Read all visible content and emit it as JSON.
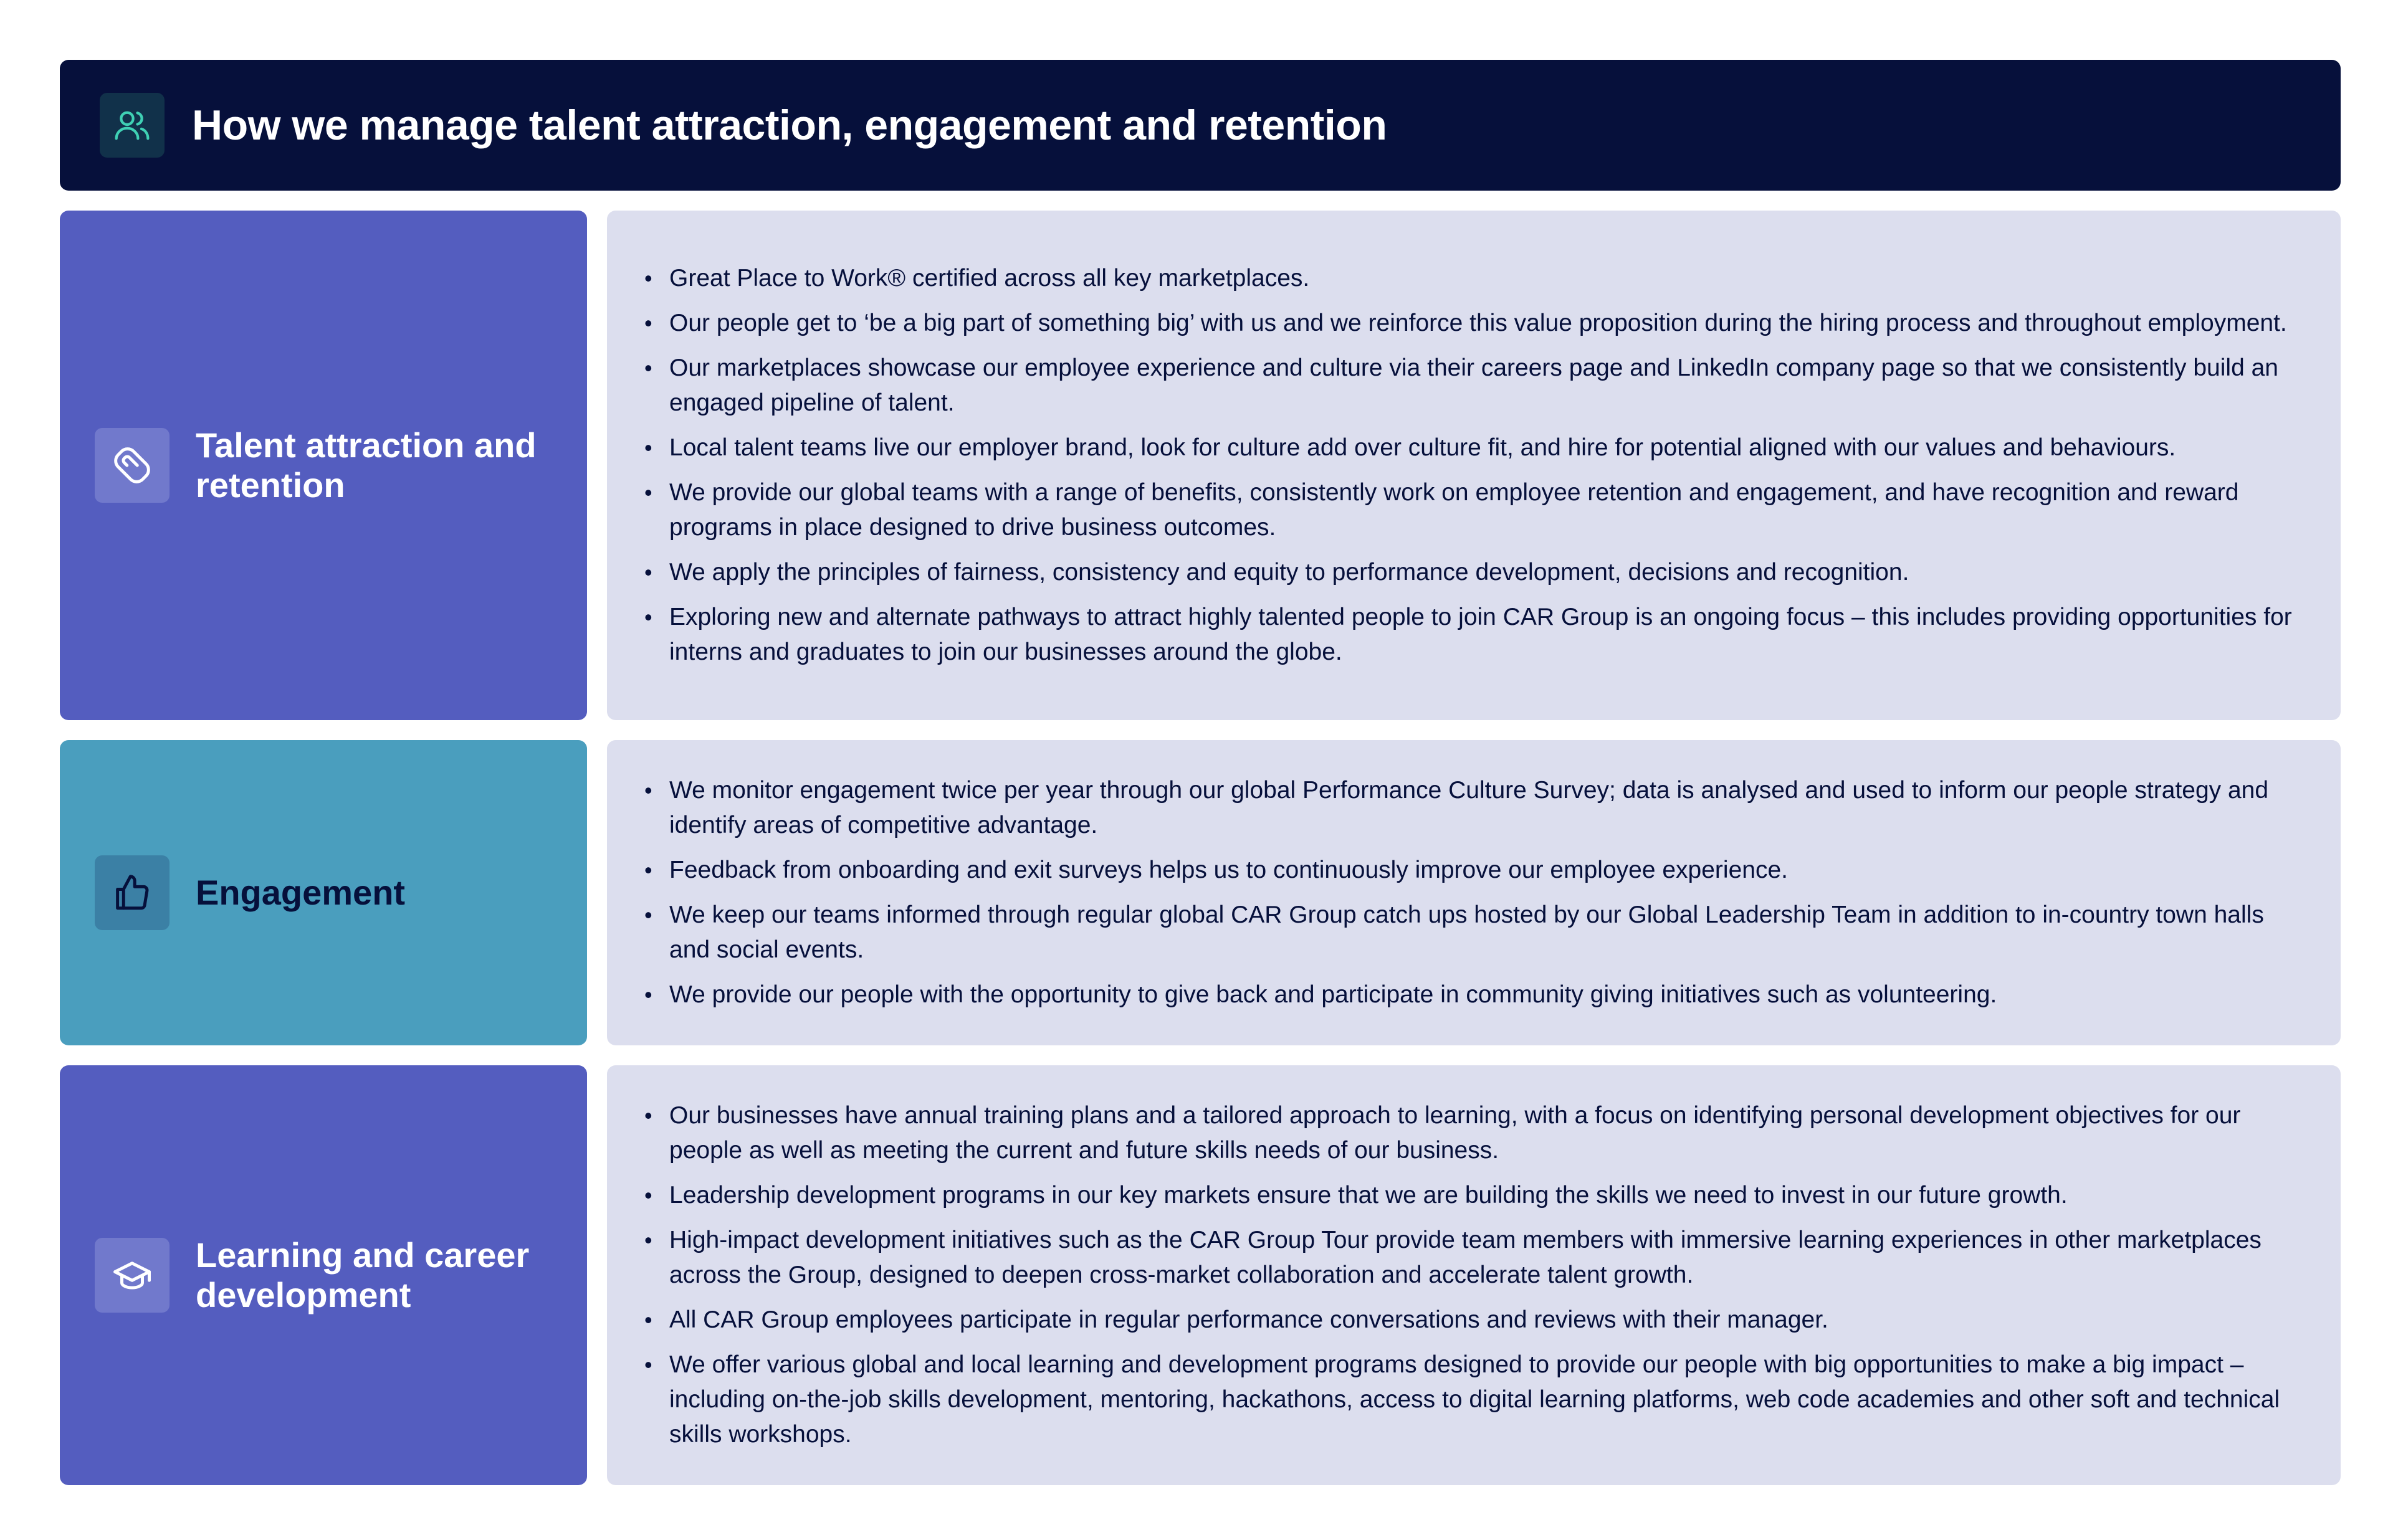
{
  "header": {
    "title": "How we manage talent attraction, engagement and retention",
    "icon": "people-icon",
    "background": "#06103b",
    "icon_color": "#3fd0b4"
  },
  "sections": [
    {
      "title": "Talent attraction and retention",
      "icon": "magnet-icon",
      "color": "#545dbf",
      "bullets": [
        "Great Place to Work® certified across all key marketplaces.",
        "Our people get to ‘be a big part of something big’ with us and we reinforce this value proposition during the hiring process and throughout employment.",
        "Our marketplaces showcase our employee experience and culture via their careers page and LinkedIn company page so that we consistently build an engaged pipeline of talent.",
        "Local talent teams live our employer brand, look for culture add over culture fit, and hire for potential aligned with our values and behaviours.",
        "We provide our global teams with a range of benefits, consistently work on employee retention and engagement, and have recognition and reward programs in place designed to drive business outcomes.",
        "We apply the principles of fairness, consistency and equity to performance development, decisions and recognition.",
        "Exploring new and alternate pathways to attract highly talented people to join CAR Group is an ongoing focus – this includes providing opportunities for interns and graduates to join our businesses around the globe."
      ]
    },
    {
      "title": "Engagement",
      "icon": "thumbs-up-icon",
      "color": "#4a9ebe",
      "bullets": [
        "We monitor engagement twice per year through our global Performance Culture Survey; data is analysed and used to inform our people strategy and identify areas of competitive advantage.",
        "Feedback from onboarding and exit surveys helps us to continuously improve our employee experience.",
        "We keep our teams informed through regular global CAR Group catch ups hosted by our Global Leadership Team in addition to in-country town halls and social events.",
        "We provide our people with the opportunity to give back and participate in community giving initiatives such as volunteering."
      ]
    },
    {
      "title": "Learning and career development",
      "icon": "graduation-cap-icon",
      "color": "#545dbf",
      "bullets": [
        "Our businesses have annual training plans and a tailored approach to learning, with a focus on identifying personal development objectives for our people as well as meeting the current and future skills needs of our business.",
        "Leadership development programs in our key markets ensure that we are building the skills we need to invest in our future growth.",
        "High-impact development initiatives such as the CAR Group Tour provide team members with immersive learning experiences in other marketplaces across the Group, designed to deepen cross-market collaboration and accelerate talent growth.",
        "All CAR Group employees participate in regular performance conversations and reviews with their manager.",
        "We offer various global and local learning and development programs designed to provide our people with big opportunities to make a big impact – including on-the-job skills development, mentoring, hackathons, access to digital learning platforms, web code academies and other soft and technical skills workshops."
      ]
    }
  ]
}
